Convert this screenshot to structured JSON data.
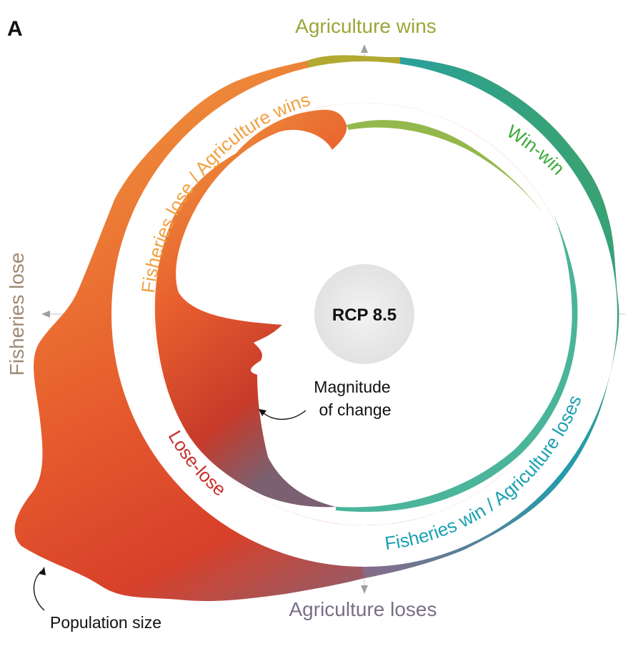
{
  "panel_label": "A",
  "center_label": "RCP 8.5",
  "axes": {
    "top": "Agriculture wins",
    "bottom": "Agriculture loses",
    "left": "Fisheries lose"
  },
  "quadrants": {
    "upper_left": "Fisheries lose / Agriculture wins",
    "upper_right": "Win-win",
    "lower_right": "Fisheries win / Agriculture loses",
    "lower_left": "Lose-lose"
  },
  "annotations": {
    "magnitude_line1": "Magnitude",
    "magnitude_line2": "of change",
    "population": "Population size"
  },
  "colors": {
    "agriculture_wins": "#9aa63a",
    "agriculture_loses": "#7a6f86",
    "fisheries_lose": "#a08a73",
    "fisheries_lose_agriculture_wins": "#f0a040",
    "win_win": "#3aaa3a",
    "fisheries_win_agriculture_loses": "#1aa0b0",
    "lose_lose": "#c8302c",
    "center_circle": "#e8e8e8"
  }
}
